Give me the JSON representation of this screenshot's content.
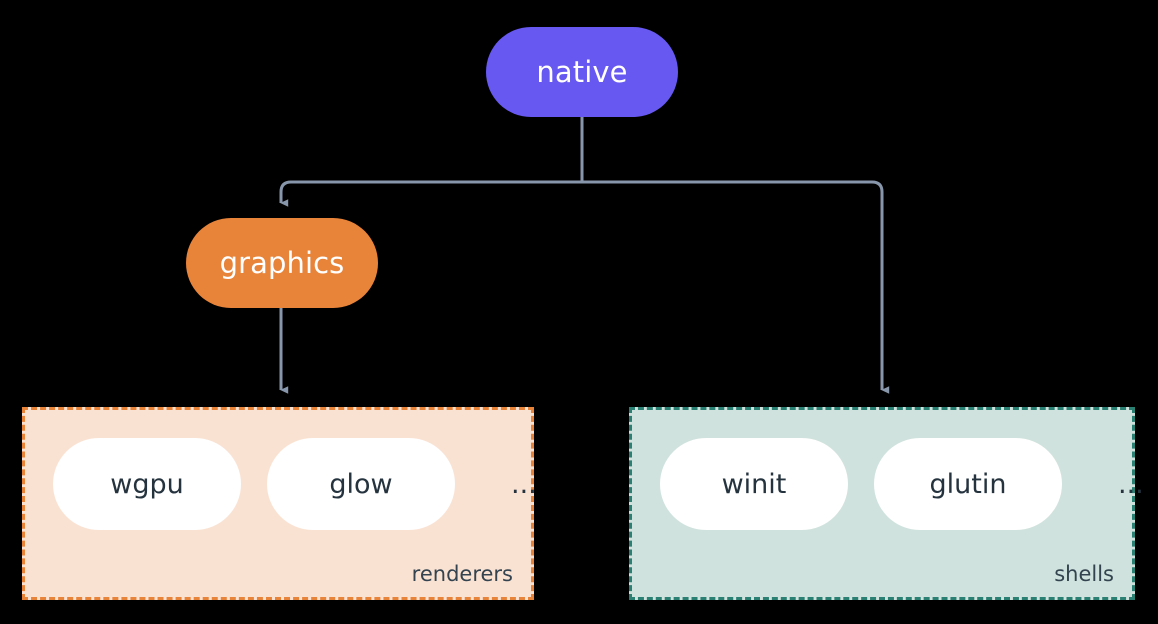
{
  "diagram": {
    "type": "flow-tree",
    "background_color": "#000000",
    "connector_color": "#8896ab",
    "nodes": [
      {
        "id": "native",
        "label": "native",
        "shape": "rounded-pill",
        "fill": "#6658f0",
        "text_color": "#ffffff"
      },
      {
        "id": "graphics",
        "label": "graphics",
        "shape": "rounded-pill",
        "fill": "#e8833a",
        "text_color": "#ffffff"
      }
    ],
    "groups": [
      {
        "id": "renderers",
        "caption": "renderers",
        "fill": "#fae2d3",
        "border_color": "#e8833a",
        "border_style": "dashed",
        "items": [
          {
            "label": "wgpu"
          },
          {
            "label": "glow"
          }
        ],
        "ellipsis": "..."
      },
      {
        "id": "shells",
        "caption": "shells",
        "fill": "#d0e2dd",
        "border_color": "#2a8073",
        "border_style": "dashed",
        "items": [
          {
            "label": "winit"
          },
          {
            "label": "glutin"
          }
        ],
        "ellipsis": "..."
      }
    ],
    "edges": [
      {
        "from": "native",
        "to": "graphics",
        "arrow": true
      },
      {
        "from": "native",
        "to": "shells",
        "arrow": true
      },
      {
        "from": "graphics",
        "to": "renderers",
        "arrow": true
      }
    ]
  }
}
